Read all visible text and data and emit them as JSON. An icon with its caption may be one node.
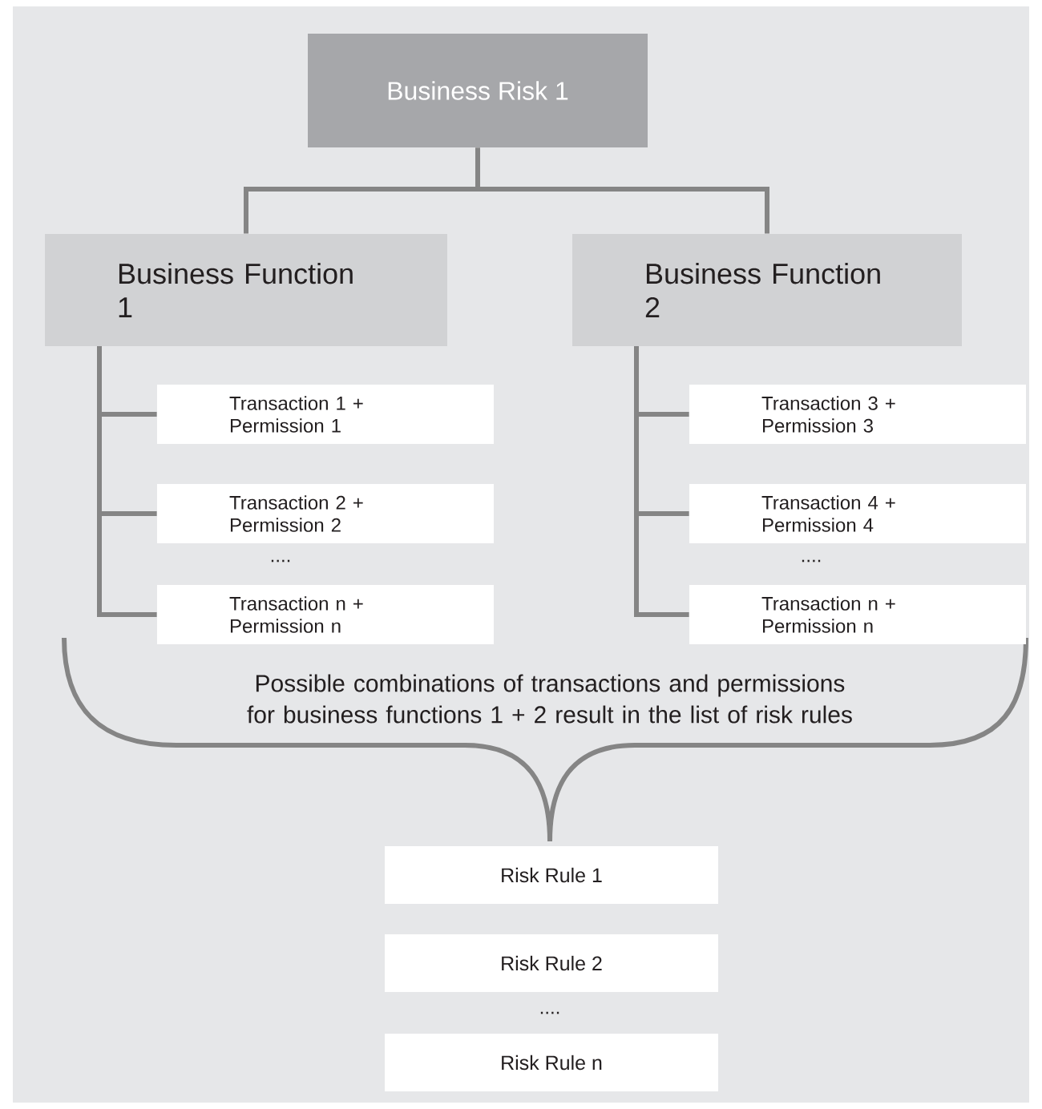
{
  "diagram": {
    "nodes": [
      {
        "text": [
          "Business Risk 1"
        ]
      },
      {
        "text": [
          "Business Function 1"
        ]
      },
      {
        "text": [
          "Business Function 2"
        ]
      },
      {
        "text": [
          "Transaction 1 + Permission 1"
        ]
      },
      {
        "text": [
          "Transaction 2 + Permission 2"
        ]
      },
      {
        "text": [
          "Transaction n + Permission n"
        ]
      },
      {
        "text": [
          "Transaction 3 + Permission 3"
        ]
      },
      {
        "text": [
          "Transaction 4 + Permission 4"
        ]
      },
      {
        "text": [
          "Transaction n + Permission n"
        ]
      },
      {
        "text": [
          "Risk Rule 1"
        ]
      },
      {
        "text": [
          "Risk Rule 2"
        ]
      },
      {
        "text": [
          "Risk Rule n"
        ]
      }
    ],
    "edges": [
      {
        "from": 0,
        "to": 1,
        "arrow": "none"
      },
      {
        "from": 0,
        "to": 2,
        "arrow": "none"
      },
      {
        "from": 1,
        "to": 3,
        "arrow": "none"
      },
      {
        "from": 1,
        "to": 4,
        "arrow": "none"
      },
      {
        "from": 1,
        "to": 5,
        "arrow": "none"
      },
      {
        "from": 2,
        "to": 6,
        "arrow": "none"
      },
      {
        "from": 2,
        "to": 7,
        "arrow": "none"
      },
      {
        "from": 2,
        "to": 8,
        "arrow": "none"
      }
    ],
    "labels": [
      "....",
      "....",
      "Possible combinations of transactions and permissions for business functions 1 + 2 result in the list of risk rules",
      "...."
    ]
  }
}
